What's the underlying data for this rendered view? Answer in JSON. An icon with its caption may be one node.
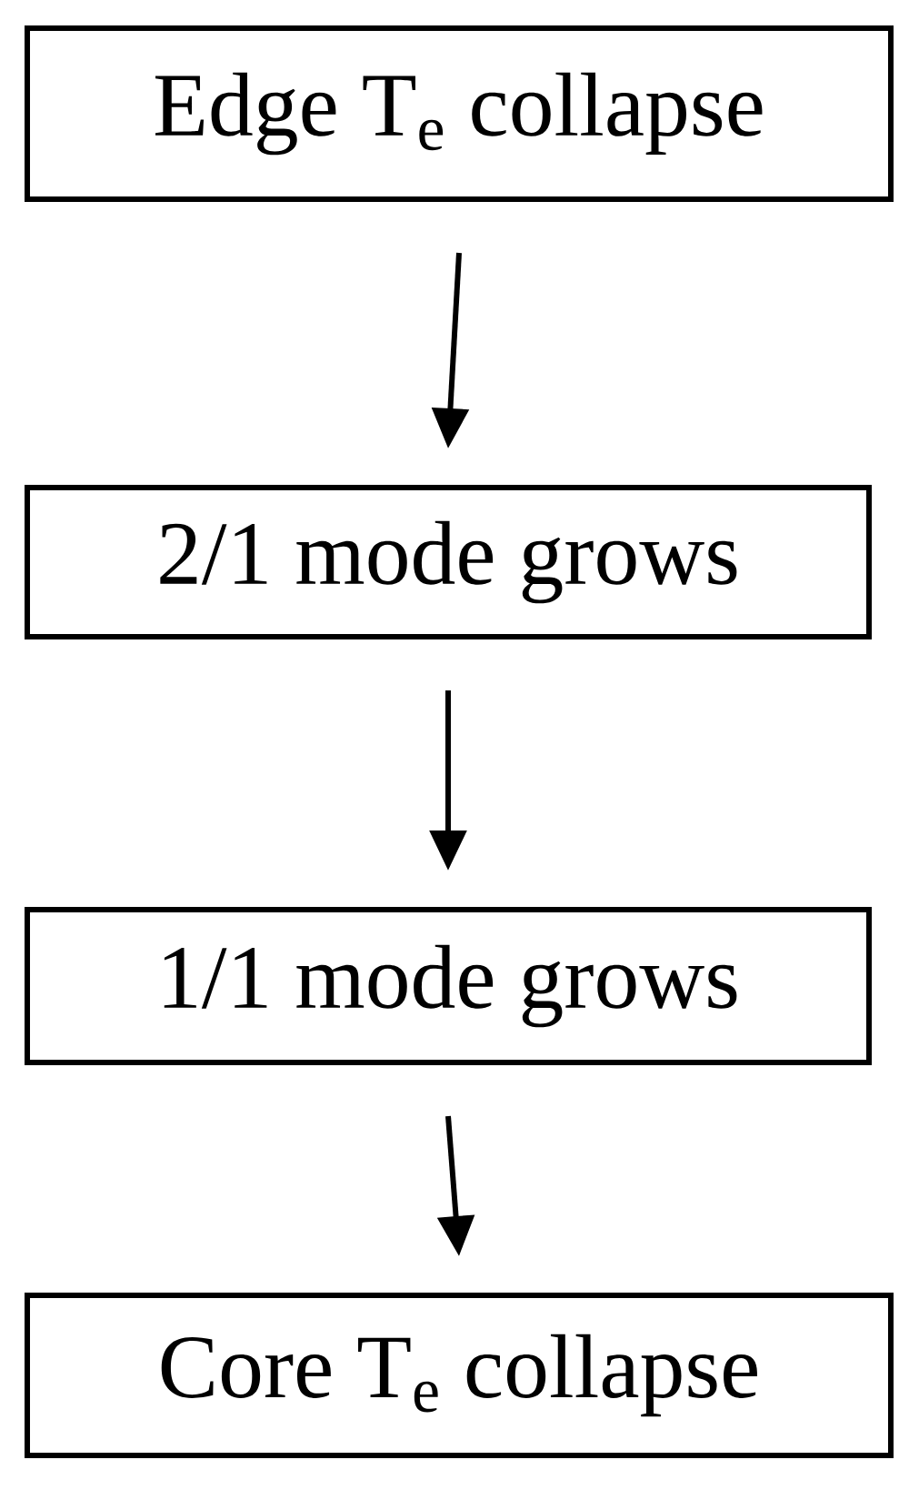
{
  "diagram": {
    "nodes": [
      {
        "text": [
          "Edge T$_{e}$ collapse"
        ]
      },
      {
        "text": [
          "2/1 mode grows"
        ]
      },
      {
        "text": [
          "1/1 mode grows"
        ]
      },
      {
        "text": [
          "Core T$_{e}$ collapse"
        ]
      }
    ],
    "edges": [
      {
        "from": 0,
        "to": 1,
        "arrow": "to"
      },
      {
        "from": 1,
        "to": 2,
        "arrow": "to"
      },
      {
        "from": 2,
        "to": 3,
        "arrow": "to"
      }
    ]
  }
}
